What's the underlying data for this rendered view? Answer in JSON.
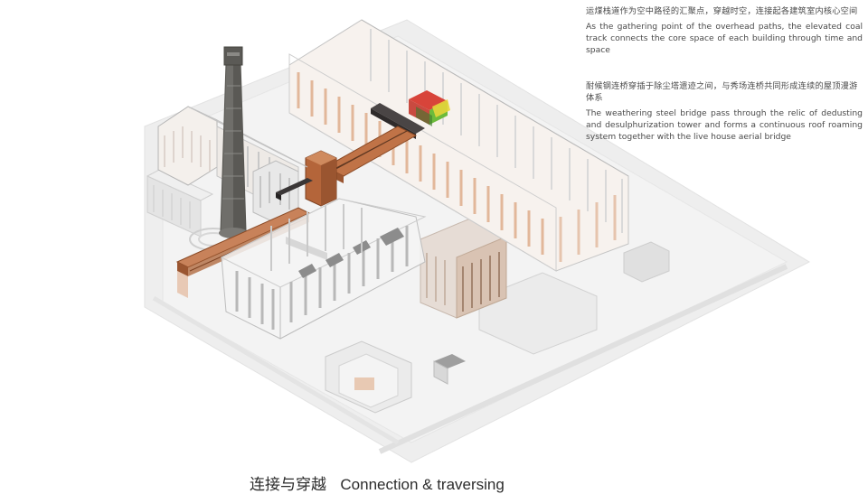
{
  "annotations": [
    {
      "zh": "运煤栈道作为空中路径的汇聚点，穿越时空，连接起各建筑室内核心空间",
      "en": "As the gathering point of the overhead paths, the elevated coal track connects the core space of each building through time and space"
    },
    {
      "zh": "耐候钢连桥穿插于除尘塔遗迹之间，与秀场连桥共同形成连续的屋顶漫游体系",
      "en": "The weathering steel bridge pass through the relic of dedusting and desulphurization tower and forms a continuous roof roaming system together with the live house aerial bridge"
    }
  ],
  "caption": {
    "zh": "连接与穿越",
    "en": "Connection & traversing"
  },
  "colors": {
    "ground": "#ececec",
    "building_outline": "#bdbdbd",
    "brick": "#e2b79a",
    "weathering_steel": "#b4653a",
    "dark_steel": "#3a3636",
    "chimney": "#6f6e6a",
    "roof_box_red": "#d8443a",
    "roof_box_green": "#6dbb3c",
    "roof_box_yellow": "#e6d63a"
  }
}
